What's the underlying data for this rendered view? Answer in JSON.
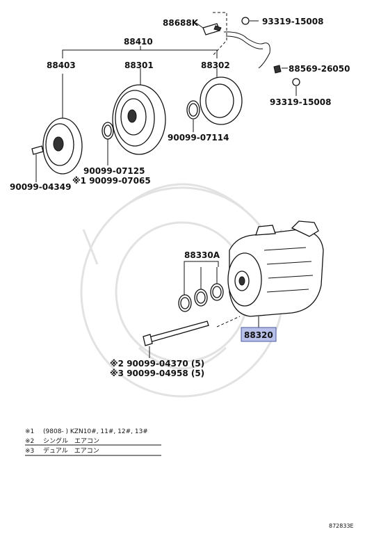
{
  "diagram": {
    "labels": {
      "p88688K": "88688K",
      "p93319_top": "93319-15008",
      "p88410": "88410",
      "p88403": "88403",
      "p88301": "88301",
      "p88302": "88302",
      "p88569": "88569-26050",
      "p93319_mid": "93319-15008",
      "p90099_07114": "90099-07114",
      "p90099_07125": "90099-07125",
      "p90099_07065": "※1 90099-07065",
      "p90099_04349": "90099-04349",
      "p88330A": "88330A",
      "p88320": "88320",
      "p90099_04370": "※2 90099-04370 (5)",
      "p90099_04958": "※3 90099-04958 (5)"
    },
    "highlight_color": "#b8bfe8"
  },
  "notes": [
    {
      "mark": "※1",
      "text": "(9808-      ) KZN10#, 11#, 12#, 13#"
    },
    {
      "mark": "※2",
      "text": "シングル　エアコン"
    },
    {
      "mark": "※3",
      "text": "デュアル　エアコン"
    }
  ],
  "footer": {
    "code": "872833E"
  }
}
